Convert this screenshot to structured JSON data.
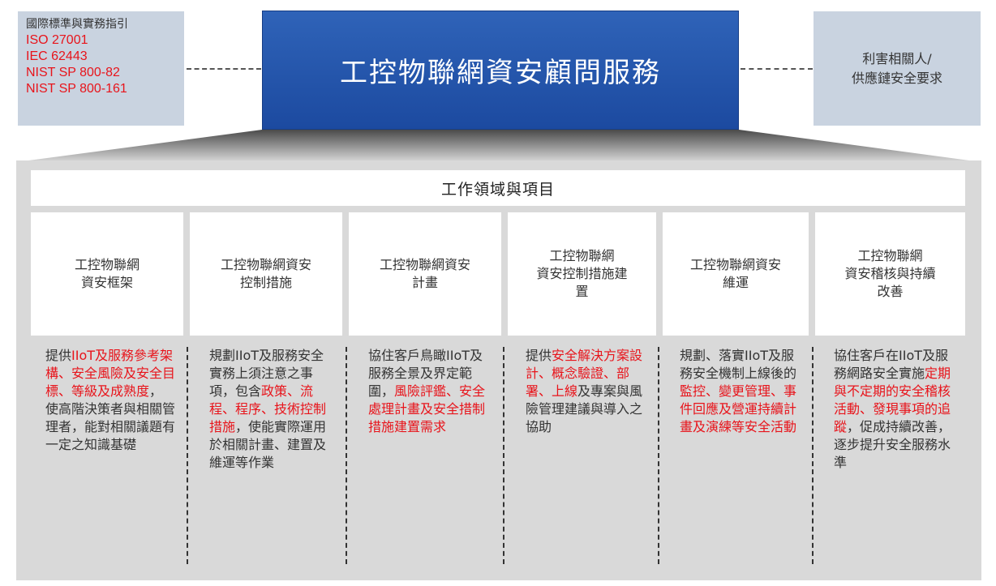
{
  "standards": {
    "title": "國際標準與實務指引",
    "items": [
      "ISO 27001",
      "IEC 62443",
      "NIST SP 800-82",
      "NIST SP 800-161"
    ]
  },
  "main_title": "工控物聯網資安顧問服務",
  "stakeholder": {
    "lines": [
      "利害相關人/",
      "供應鏈安全要求"
    ]
  },
  "work_area": {
    "title": "工作領域與項目",
    "columns": [
      {
        "heading": "工控物聯網\n資安框架",
        "segments": [
          {
            "t": "提供",
            "hl": false
          },
          {
            "t": "IIoT及服務參考架構、安全風險及安全目標、等級及成熟度",
            "hl": true
          },
          {
            "t": "，使高階決策者與相關管理者，能對相關議題有一定之知識基礎",
            "hl": false
          }
        ]
      },
      {
        "heading": "工控物聯網資安\n控制措施",
        "segments": [
          {
            "t": "規劃IIoT及服務安全實務上須注意之事項，包含",
            "hl": false
          },
          {
            "t": "政策、流程、程序、技術控制措施",
            "hl": true
          },
          {
            "t": "，使能實際運用於相關計畫、建置及維運等作業",
            "hl": false
          }
        ]
      },
      {
        "heading": "工控物聯網資安\n計畫",
        "segments": [
          {
            "t": "協住客戶鳥瞰IIoT及服務全景及界定範圍，",
            "hl": false
          },
          {
            "t": "風險評鑑、安全處理計畫及安全措制措施建置需求",
            "hl": true
          }
        ]
      },
      {
        "heading": "工控物聯網\n資安控制措施建\n置",
        "segments": [
          {
            "t": "提供",
            "hl": false
          },
          {
            "t": "安全解決方案設計、概念驗證、部署、上線",
            "hl": true
          },
          {
            "t": "及專案與風險管理建議與導入之協助",
            "hl": false
          }
        ]
      },
      {
        "heading": "工控物聯網資安\n維運",
        "segments": [
          {
            "t": "規劃、落實IIoT及服務安全機制上線後的",
            "hl": false
          },
          {
            "t": "監控、變更管理、事件回應及營運持續計畫及演練等安全活動",
            "hl": true
          }
        ]
      },
      {
        "heading": "工控物聯網\n資安稽核與持續\n改善",
        "segments": [
          {
            "t": "協住客戶在IIoT及服務網路安全實施",
            "hl": false
          },
          {
            "t": "定期與不定期的安全稽核活動、發現事項的追蹤",
            "hl": true
          },
          {
            "t": "，促成持續改善，逐步提升安全服務水準",
            "hl": false
          }
        ]
      }
    ]
  },
  "colors": {
    "title_blue": "#1f4fa8",
    "side_box": "#c9d3e0",
    "work_bg": "#d9d9d9",
    "highlight_red": "#e8141b"
  }
}
